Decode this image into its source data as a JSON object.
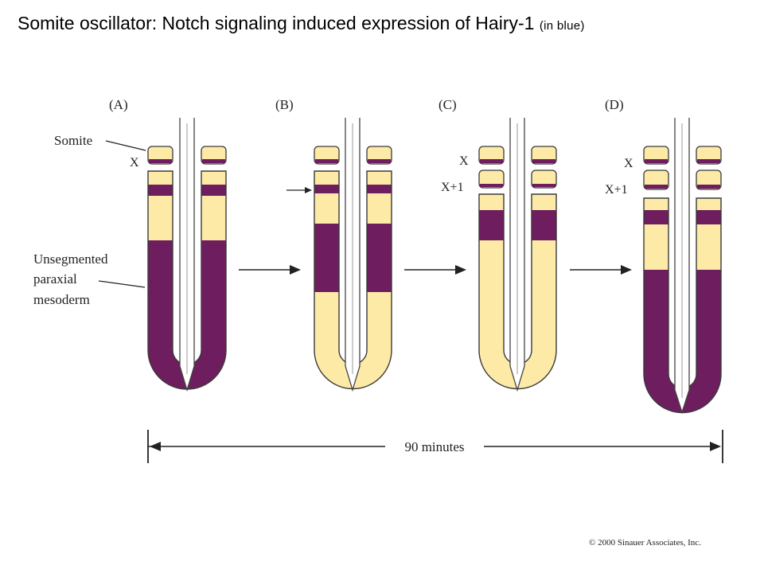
{
  "title": {
    "main": "Somite oscillator: Notch signaling induced expression of Hairy-1",
    "note": "(in blue)"
  },
  "labels": {
    "somite": "Somite",
    "psm": [
      "Unsegmented",
      "paraxial",
      "mesoderm"
    ],
    "x": "X",
    "x1": "X+1",
    "duration": "90 minutes"
  },
  "panels": [
    {
      "label": "(A)"
    },
    {
      "label": "(B)"
    },
    {
      "label": "(C)"
    },
    {
      "label": "(D)"
    }
  ],
  "copyright": "© 2000 Sinauer Associates, Inc.",
  "colors": {
    "expression": "#6e1d5e",
    "tissue": "#fdeaa6",
    "outline": "#3a3a3a"
  }
}
